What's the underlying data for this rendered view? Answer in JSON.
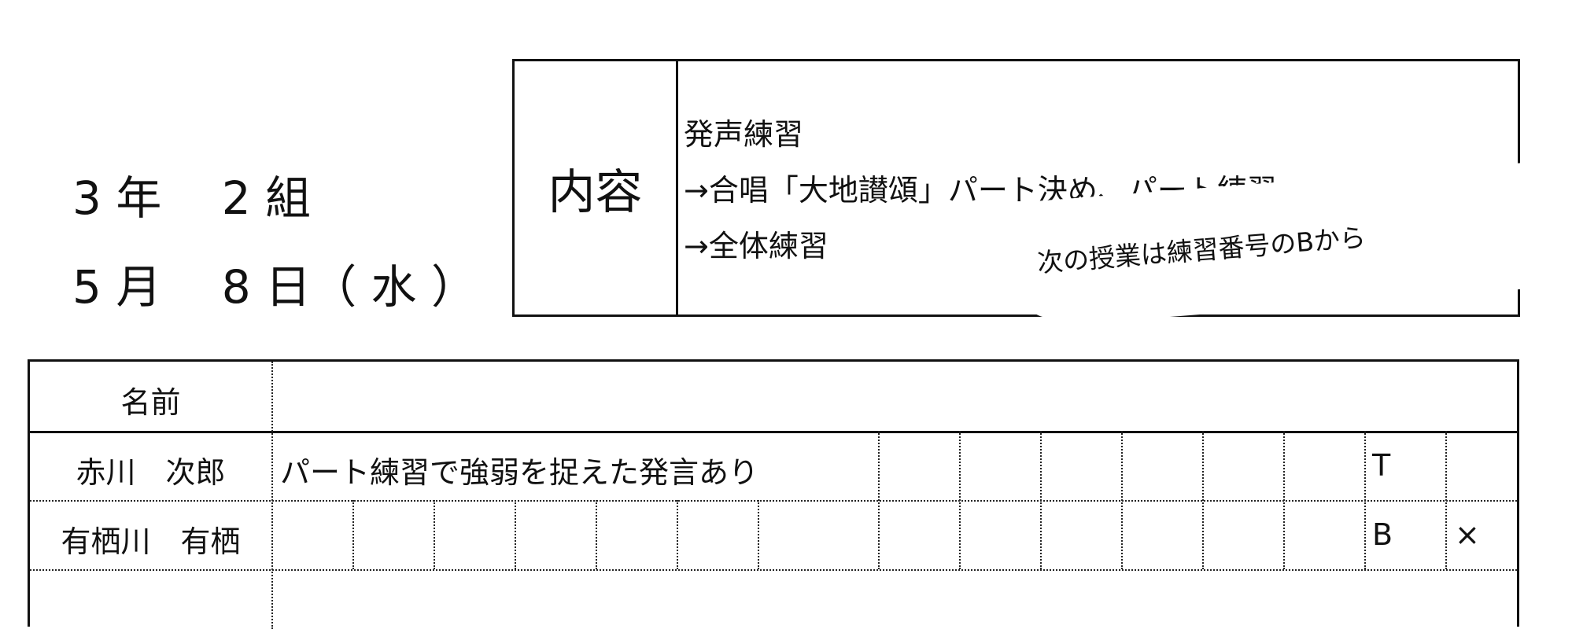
{
  "header": {
    "class_line": "3 年　 2 組",
    "date_line": "5 月　 8 日（ 水 ）"
  },
  "content": {
    "label": "内容",
    "lines": [
      "発声練習",
      "→合唱「大地讃頌」パート決め、パート練習",
      "→全体練習"
    ],
    "note": "次の授業は練習番号のBから"
  },
  "table": {
    "name_header": "名前",
    "rows": [
      {
        "name": "赤川　次郎",
        "comment": "パート練習で強弱を捉えた発言あり",
        "mark1": "T",
        "mark2": ""
      },
      {
        "name": "有栖川　有栖",
        "comment": "",
        "mark1": "B",
        "mark2": "×"
      },
      {
        "name": "",
        "comment": "",
        "mark1": "",
        "mark2": ""
      }
    ]
  }
}
